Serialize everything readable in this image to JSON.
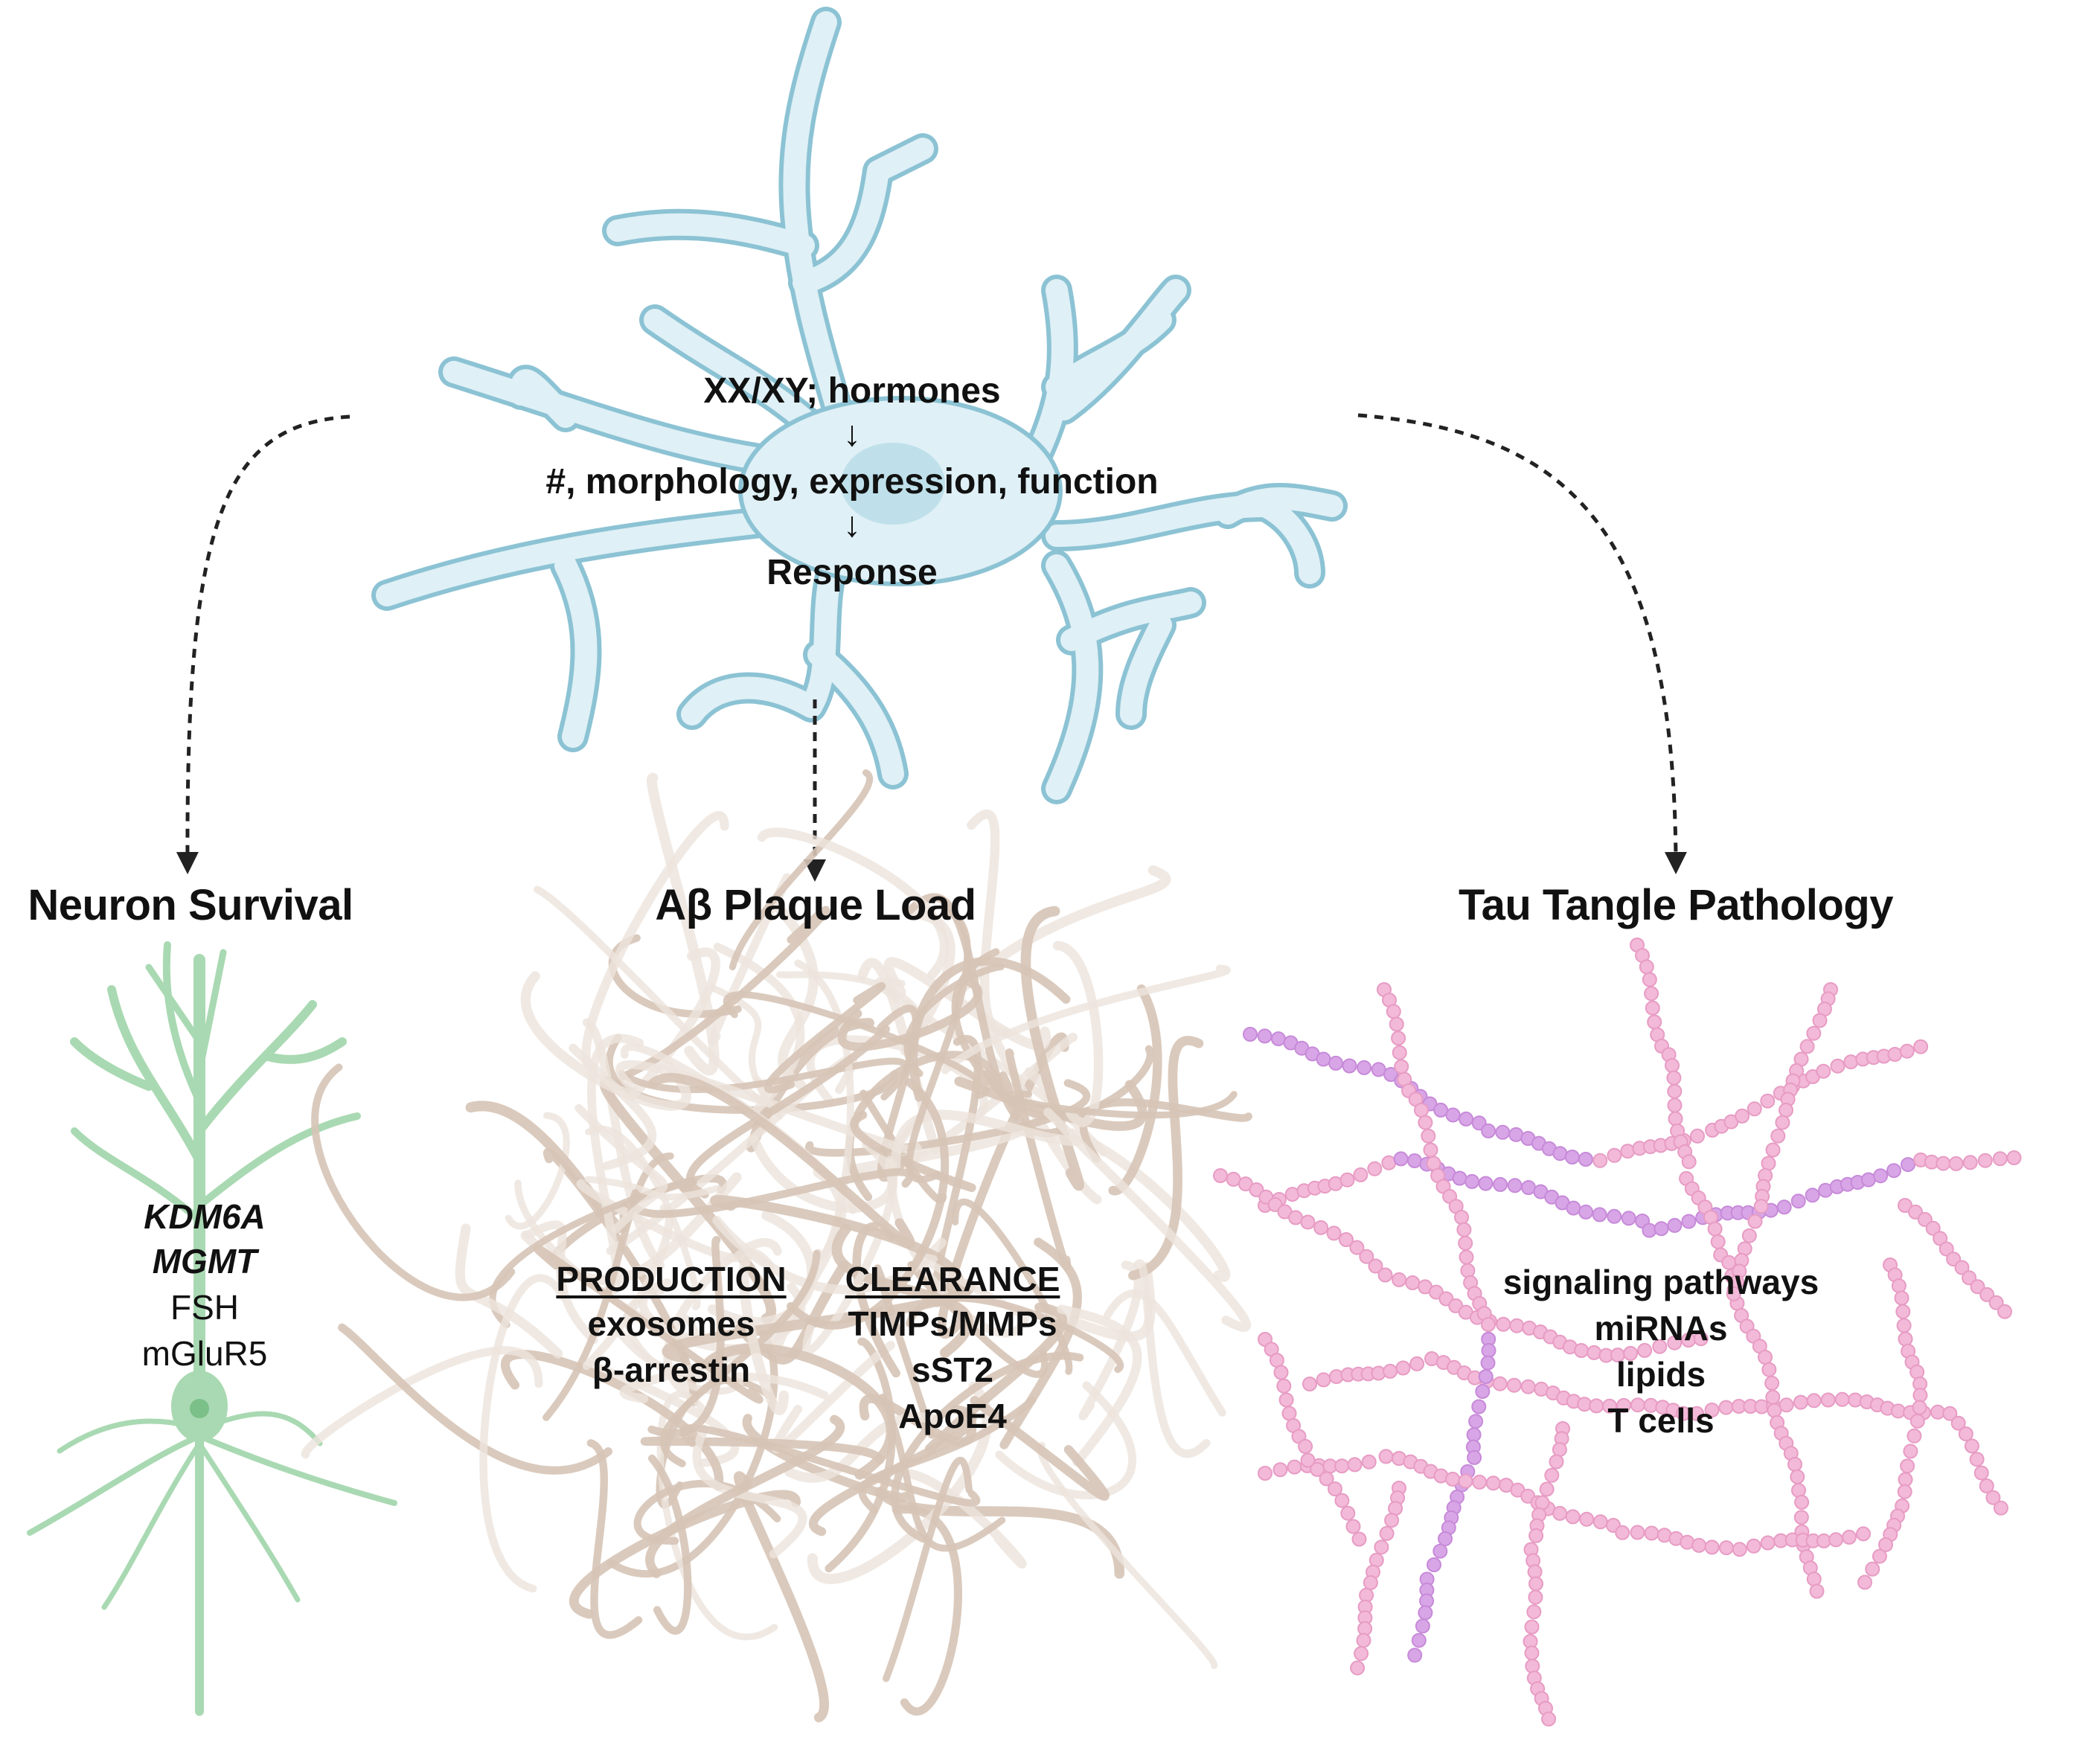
{
  "center": {
    "line1": "XX/XY; hormones",
    "arrow1": "↓",
    "line2": "#, morphology, expression, function",
    "arrow2": "↓",
    "line3": "Response"
  },
  "neuron_survival": {
    "title": "Neuron Survival",
    "items": [
      "KDM6A",
      "MGMT",
      "FSH",
      "mGluR5"
    ]
  },
  "plaque": {
    "title": "Aβ Plaque Load",
    "production": {
      "header": "PRODUCTION",
      "items": [
        "exosomes",
        "β-arrestin"
      ]
    },
    "clearance": {
      "header": "CLEARANCE",
      "items": [
        "TIMPs/MMPs",
        "sST2",
        "ApoE4"
      ]
    }
  },
  "tau": {
    "title": "Tau Tangle Pathology",
    "items": [
      "signaling pathways",
      "miRNAs",
      "lipids",
      "T cells"
    ]
  },
  "colors": {
    "astrocyte_fill": "#dff0f6",
    "astrocyte_stroke": "#8cc3d4",
    "neuron": "#a9d9b2",
    "plaque_fiber": "#d6c4b6",
    "tangle_pink": "#f3b9d8",
    "tangle_purple": "#d8a6e6",
    "arrow": "#222222"
  }
}
